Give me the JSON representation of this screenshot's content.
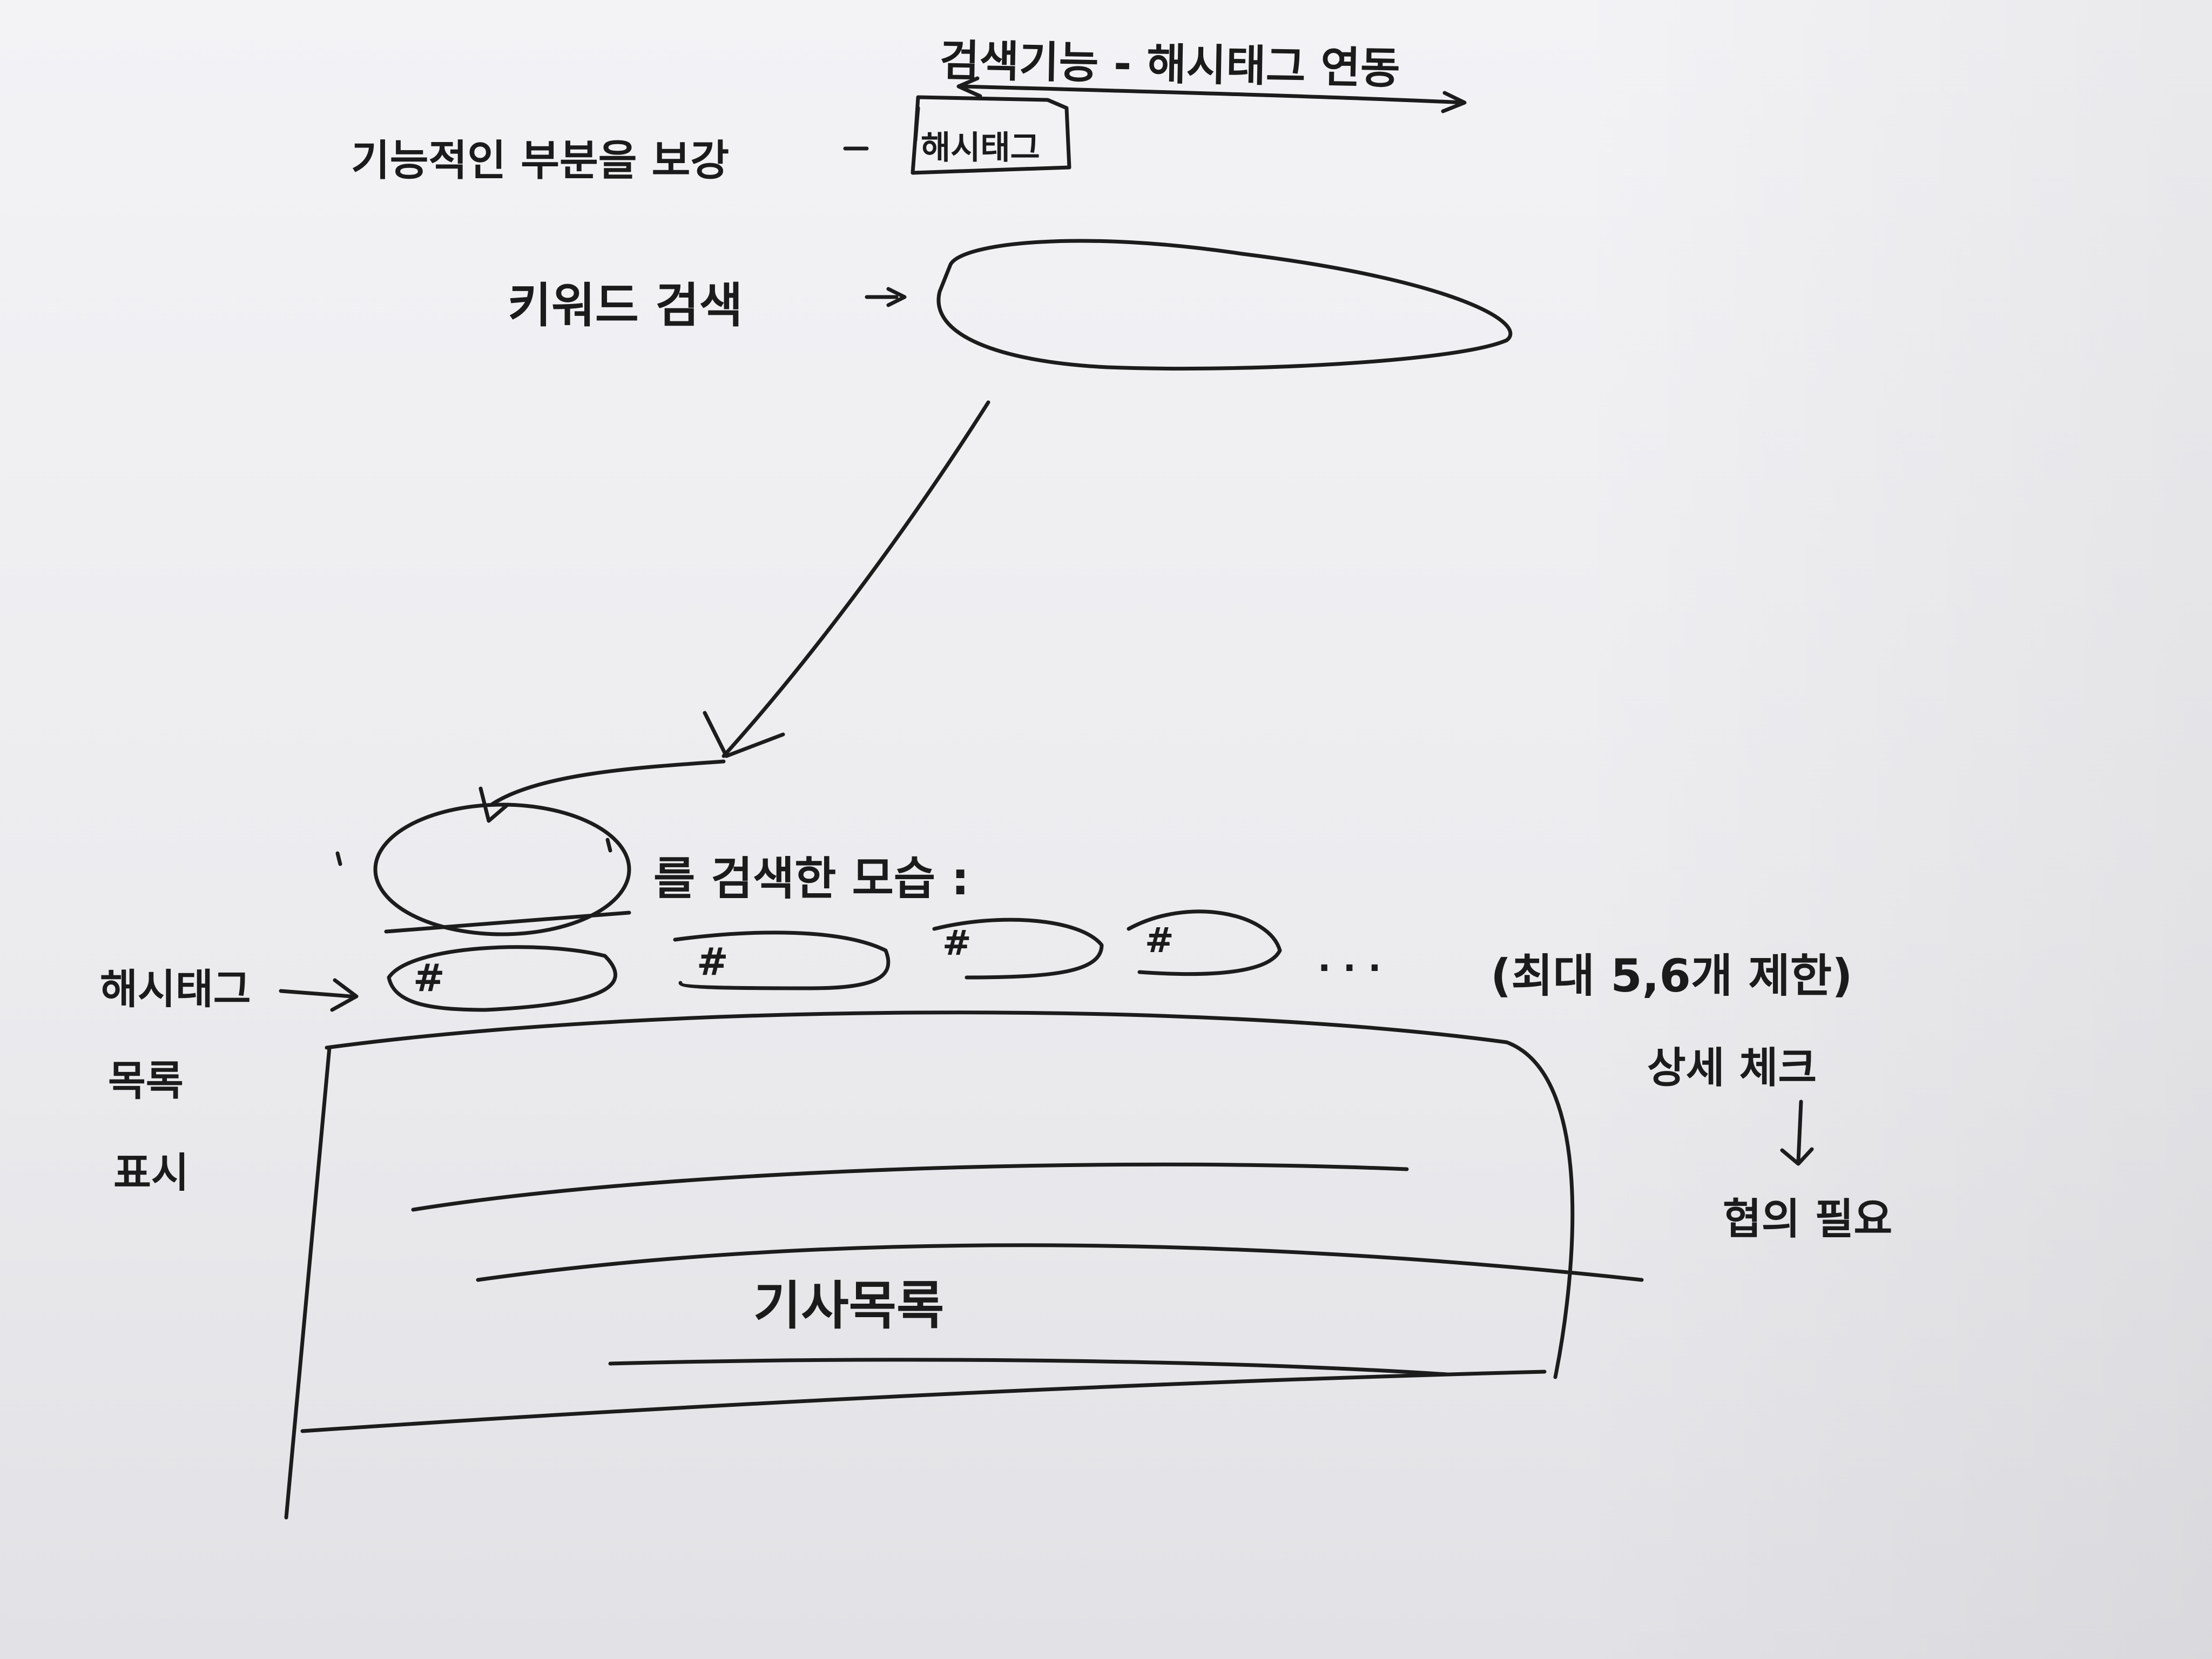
{
  "sketch": {
    "title": "검색기능 - 해시태그 연동",
    "note_functional": "기능적인 부분을 보강",
    "hashtag_box_label": "해시태그",
    "keyword_search_label": "키워드 검색",
    "search_result_label": "를 검색한 모습 :",
    "hashtag_chip_symbol": "#",
    "hashtag_chip_count_shown": 4,
    "ellipsis": ". . .",
    "limit_note": "(최대 5,6개 제한)",
    "detail_check": "상세 체크",
    "down_arrow": "↓",
    "consult_needed": "협의 필요",
    "hashtag_list_label_1": "해시태그",
    "hashtag_list_label_2": "목록",
    "hashtag_list_label_3": "표시",
    "article_list_label": "기사목록"
  }
}
